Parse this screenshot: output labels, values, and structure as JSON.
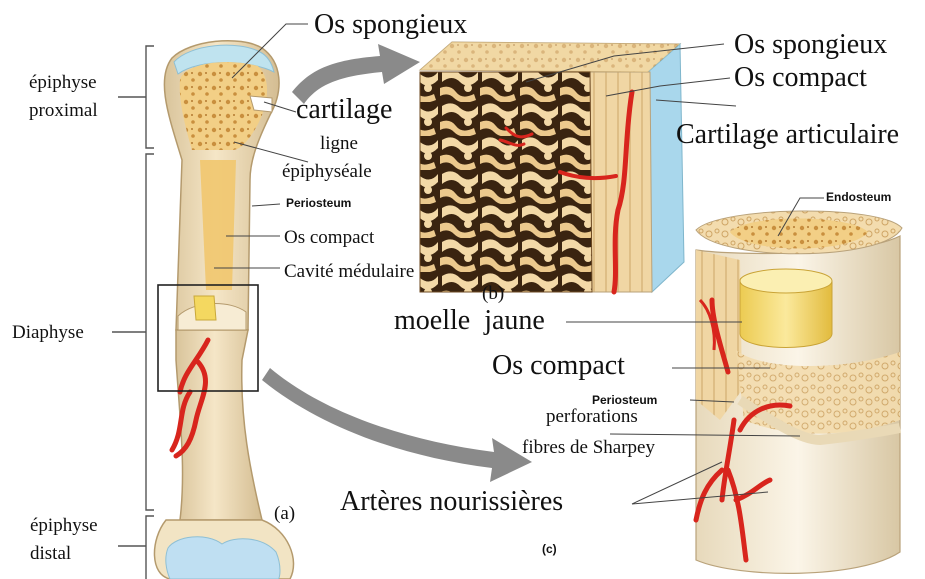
{
  "labels": {
    "epiphyse_proximal_1": "épiphyse",
    "epiphyse_proximal_2": "proximal",
    "diaphyse": "Diaphyse",
    "epiphyse_distal_1": "épiphyse",
    "epiphyse_distal_2": "distal",
    "os_spongieux_a": "Os spongieux",
    "cartilage": "cartilage",
    "ligne_1": "ligne",
    "ligne_2": "épiphyséale",
    "periosteum_a": "Periosteum",
    "os_compact_a": "Os compact",
    "cavite": "Cavité médulaire",
    "panel_a": "(a)",
    "panel_b": "(b)",
    "os_spongieux_b": "Os spongieux",
    "os_compact_b": "Os compact",
    "cartilage_articulaire": "Cartilage articulaire",
    "endosteum": "Endosteum",
    "moelle": "moelle  jaune",
    "os_compact_c": "Os compact",
    "periosteum_c": "Periosteum",
    "perforations": "perforations",
    "fibres": "fibres de Sharpey",
    "arteres": "Artères nourissières",
    "panel_c": "(c)"
  },
  "colors": {
    "bone_ivory": "#f3e2bd",
    "bone_shadow": "#d9c39a",
    "spongy": "#f0c77a",
    "marrow_yellow": "#f6de7a",
    "artery_red": "#d8251d",
    "cartilage_blue": "#a9d7ec",
    "arrow_gray": "#8a8a8a"
  }
}
